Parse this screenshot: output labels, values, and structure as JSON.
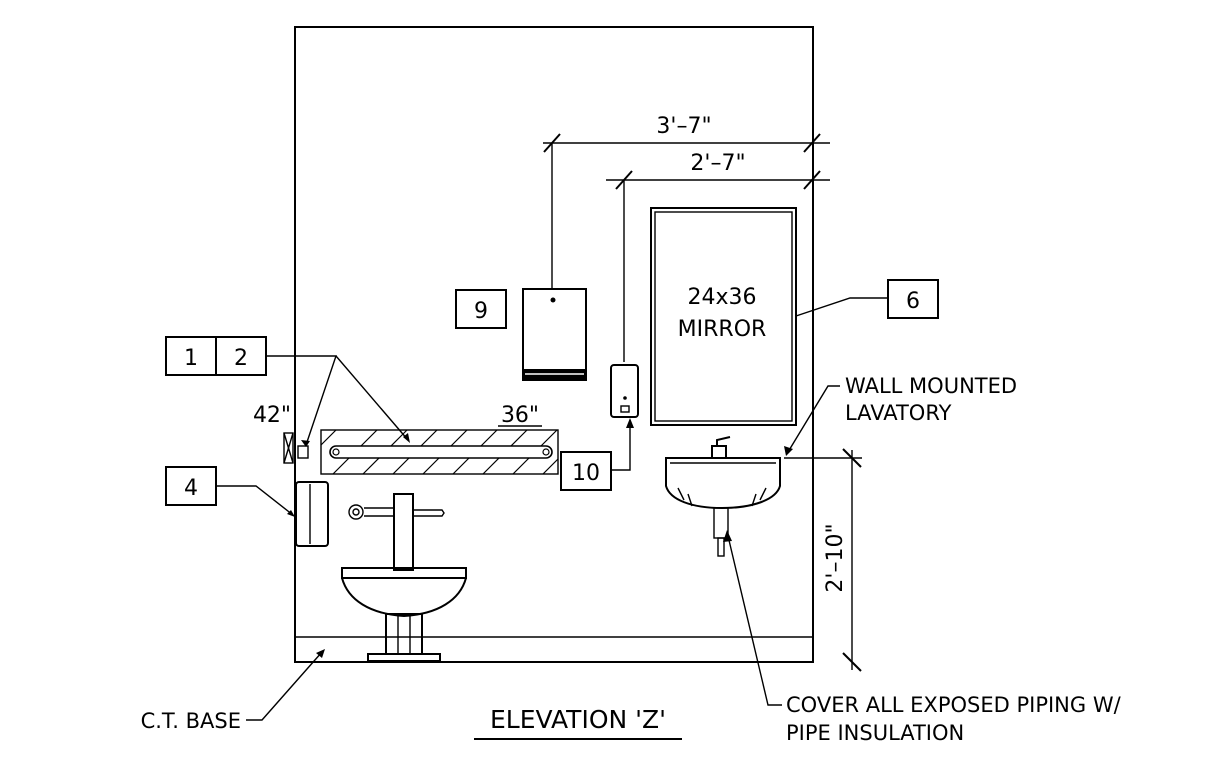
{
  "callouts": {
    "tag_1": "1",
    "tag_2": "2",
    "tag_4": "4",
    "tag_6": "6",
    "tag_9": "9",
    "tag_10": "10"
  },
  "dimensions": {
    "towel_dispenser_offset": "3'–7\"",
    "soap_dispenser_offset": "2'–7\"",
    "lavatory_height": "2'–10\"",
    "grab_bar_length": "36\"",
    "grab_bar_height": "42\""
  },
  "labels": {
    "mirror_size": "24x36",
    "mirror_text": "MIRROR",
    "lavatory_line1": "WALL MOUNTED",
    "lavatory_line2": "LAVATORY",
    "piping_line1": "COVER ALL EXPOSED PIPING W/",
    "piping_line2": "PIPE INSULATION",
    "base_label": "C.T. BASE"
  },
  "title": "ELEVATION 'Z'"
}
